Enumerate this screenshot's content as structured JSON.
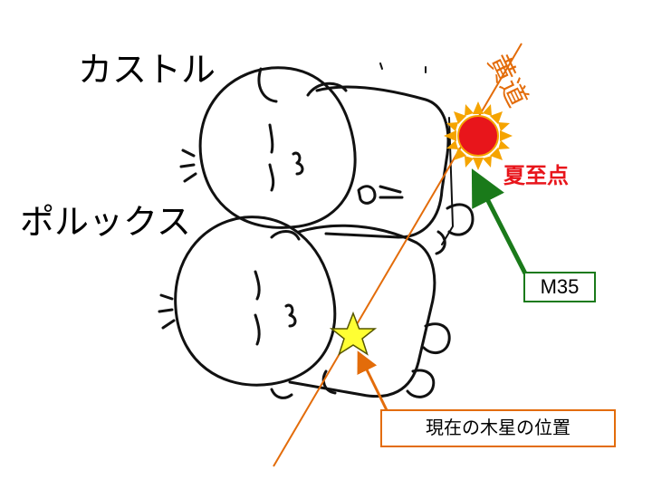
{
  "labels": {
    "castor": "カストル",
    "pollux": "ポルックス",
    "ecliptic": "黄道",
    "summer_solstice": "夏至点",
    "m35": "M35",
    "jupiter_position": "現在の木星の位置"
  },
  "colors": {
    "ecliptic": "#e36c0a",
    "sun": "#e8151b",
    "sun_rays": "#f5a400",
    "star": "#ffff33",
    "m35_arrow": "#1a7a1a",
    "jupiter_arrow": "#e36c0a"
  },
  "icons": [
    "sun-icon",
    "star-icon"
  ]
}
